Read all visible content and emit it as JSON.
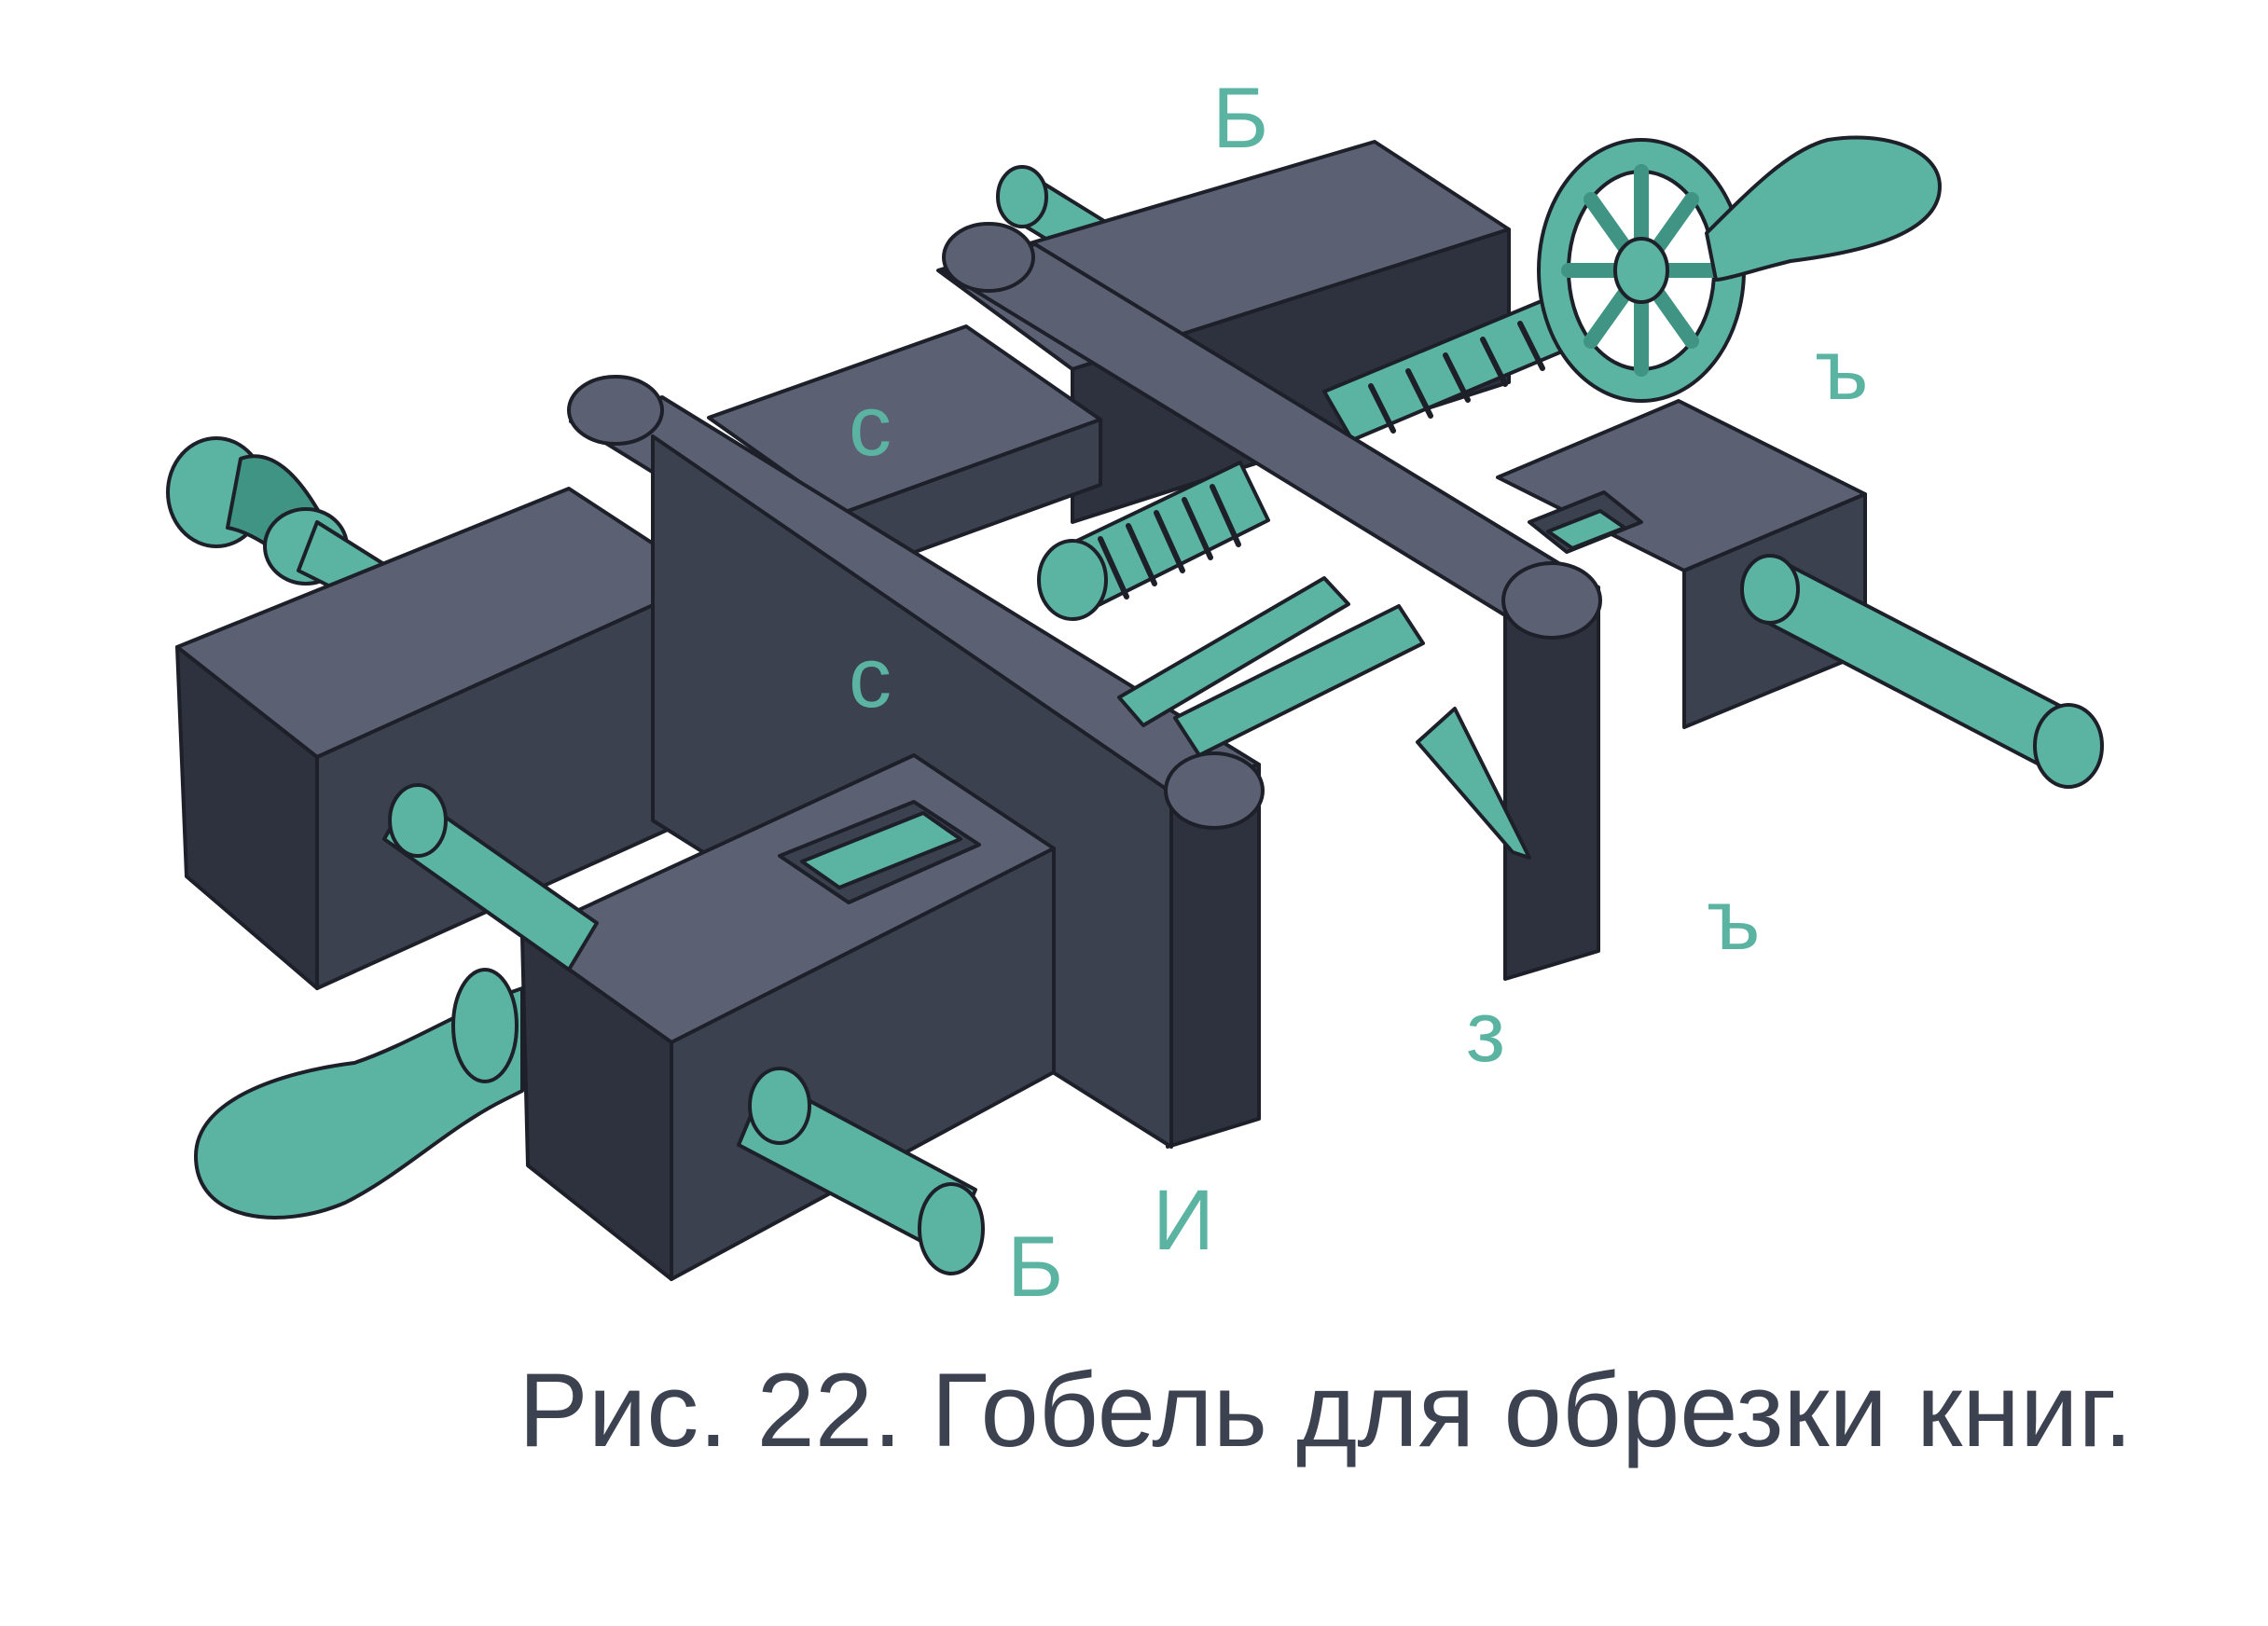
{
  "figure": {
    "labels": {
      "b_top": "Б",
      "s_upper": "с",
      "s_lower": "с",
      "hard_upper": "ъ",
      "hard_lower": "ъ",
      "z": "з",
      "i": "И",
      "b_bottom": "Б"
    },
    "colors": {
      "accent": "#5bb3a2",
      "accent_dark": "#3f9483",
      "body_top": "#5b6072",
      "body_side": "#3c4150",
      "body_front": "#2e323e",
      "outline": "#1d2029",
      "caption_text": "#3d4250"
    }
  },
  "caption": {
    "text": "Рис. 22. Гобель для обрезки книг."
  }
}
